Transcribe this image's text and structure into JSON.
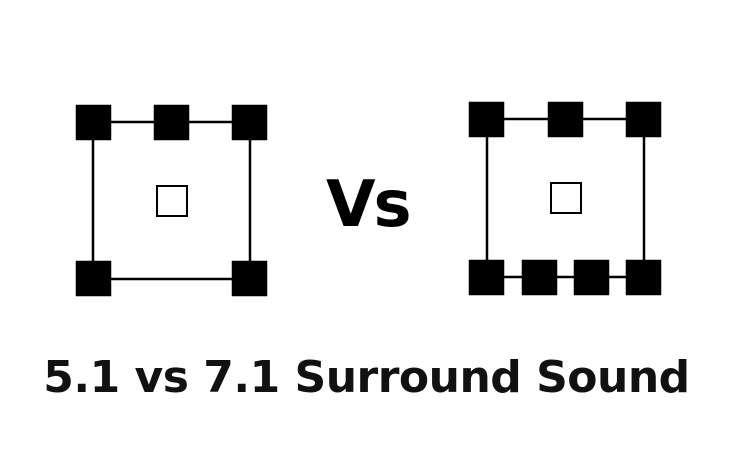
{
  "vs_label": "Vs",
  "title": "5.1 vs 7.1 Surround Sound",
  "layouts": [
    {
      "name": "5.1",
      "speakers": 5,
      "subwoofer": 1
    },
    {
      "name": "7.1",
      "speakers": 7,
      "subwoofer": 1
    }
  ]
}
